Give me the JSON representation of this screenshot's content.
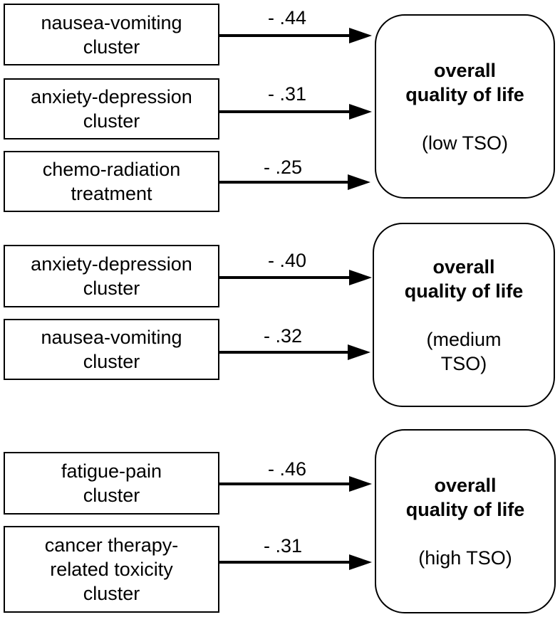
{
  "panels": [
    {
      "predictors": [
        {
          "lines": [
            "nausea-vomiting",
            "cluster"
          ],
          "coefficient": "- .44"
        },
        {
          "lines": [
            "anxiety-depression",
            "cluster"
          ],
          "coefficient": "- .31"
        },
        {
          "lines": [
            "chemo-radiation",
            "treatment"
          ],
          "coefficient": "- .25"
        }
      ],
      "outcome": {
        "title_lines": [
          "overall",
          "quality of life"
        ],
        "sub_lines": [
          "(low TSO)"
        ]
      }
    },
    {
      "predictors": [
        {
          "lines": [
            "anxiety-depression",
            "cluster"
          ],
          "coefficient": "- .40"
        },
        {
          "lines": [
            "nausea-vomiting",
            "cluster"
          ],
          "coefficient": "- .32"
        }
      ],
      "outcome": {
        "title_lines": [
          "overall",
          "quality of life"
        ],
        "sub_lines": [
          "(medium",
          "TSO)"
        ]
      }
    },
    {
      "predictors": [
        {
          "lines": [
            "fatigue-pain",
            "cluster"
          ],
          "coefficient": "- .46"
        },
        {
          "lines": [
            "cancer therapy-",
            "related toxicity",
            "cluster"
          ],
          "coefficient": "- .31"
        }
      ],
      "outcome": {
        "title_lines": [
          "overall",
          "quality of life"
        ],
        "sub_lines": [
          "(high TSO)"
        ]
      }
    }
  ]
}
